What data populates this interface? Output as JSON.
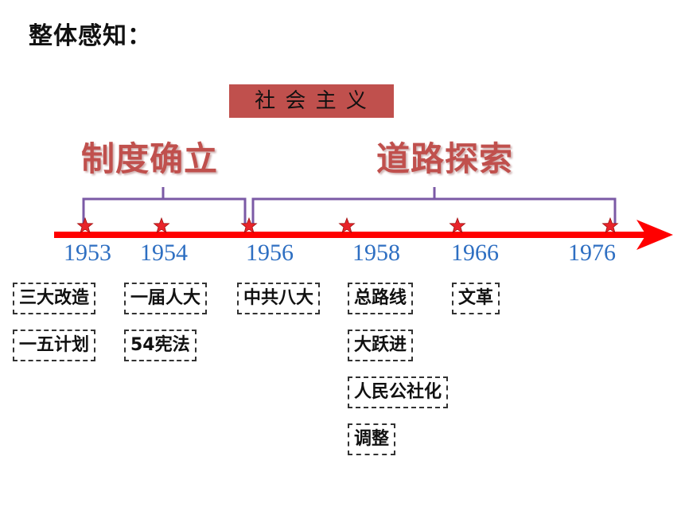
{
  "title": "整体感知：",
  "socialism_label": "社 会 主 义",
  "phases": {
    "establishment": "制度确立",
    "exploration": "道路探索"
  },
  "timeline": {
    "years": [
      "1953",
      "1954",
      "1956",
      "1958",
      "1966",
      "1976"
    ]
  },
  "events": {
    "y1953": [
      "三大改造",
      "一五计划"
    ],
    "y1954": [
      "一届人大",
      "54宪法"
    ],
    "y1956": [
      "中共八大"
    ],
    "y1958": [
      "总路线",
      "大跃进",
      "人民公社化",
      "调整"
    ],
    "y1966": [
      "文革"
    ]
  },
  "colors": {
    "arrow": "#ff0000",
    "bracket": "#7b5aa6",
    "year_text": "#2e6fc2",
    "phase_text": "#c0504d",
    "socialism_box": "#c0504d",
    "star": "#e8242a"
  }
}
